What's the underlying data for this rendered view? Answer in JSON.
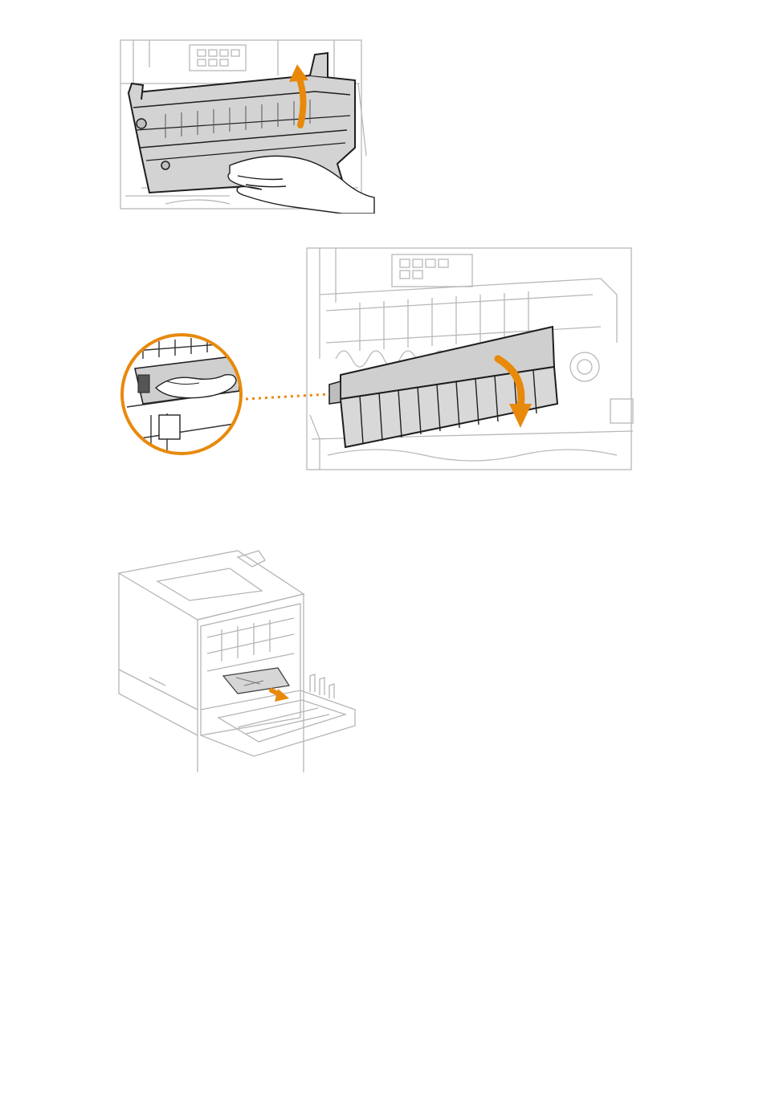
{
  "page": {
    "figures": [
      {
        "name": "lift-fixing-assembly-illustration",
        "icon": "orange-up-arrow"
      },
      {
        "name": "lower-guide-plate-illustration",
        "icon": "orange-down-arrow",
        "inset": "zoomed-hand-on-guide-lever"
      },
      {
        "name": "remove-jammed-paper-illustration",
        "icon": "orange-pull-arrow"
      }
    ]
  },
  "colors": {
    "accent_orange": "#E8890C",
    "line_gray": "#b5b5b5",
    "dark_line": "#222222",
    "panel_gray": "#cfcfcf",
    "paper_gray": "#d9d9d9"
  }
}
